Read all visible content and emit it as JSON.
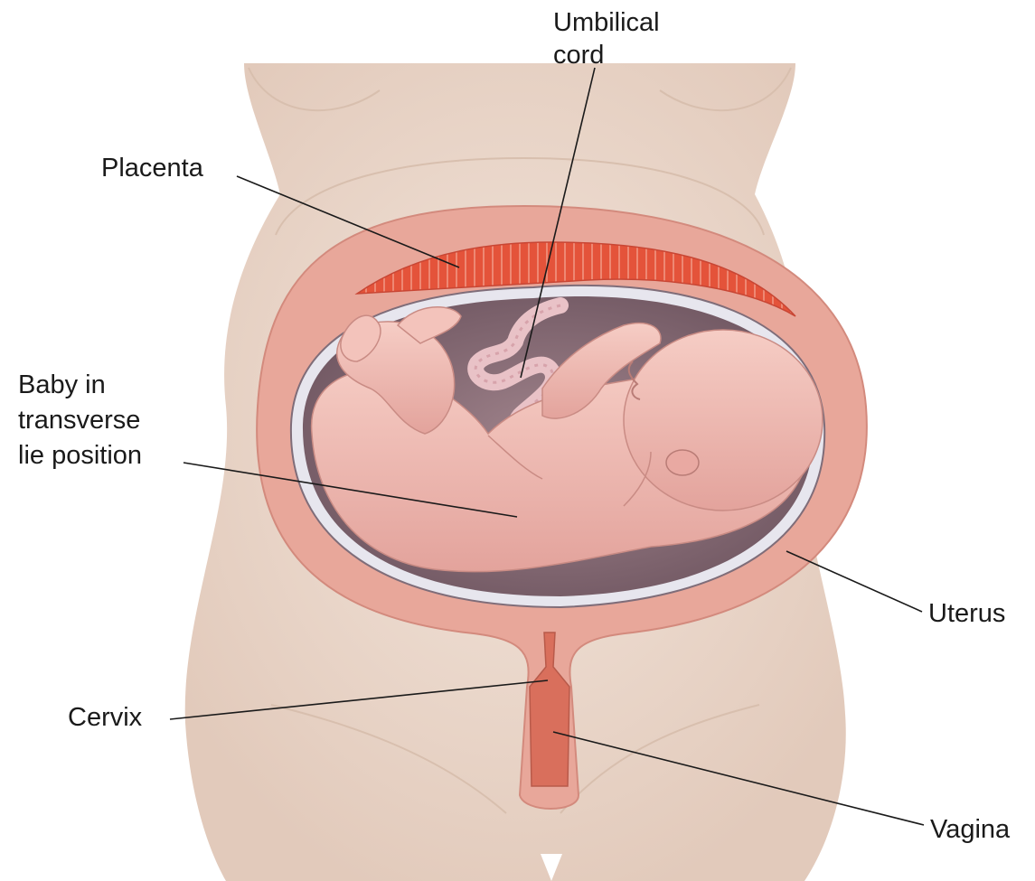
{
  "labels": {
    "umbilical_cord": [
      "Umbilical",
      "cord"
    ],
    "placenta": "Placenta",
    "baby": [
      "Baby in",
      "transverse",
      "lie position"
    ],
    "uterus": "Uterus",
    "cervix": "Cervix",
    "vagina": "Vagina"
  },
  "colors": {
    "skin": "#ecd9cc",
    "skin_shadow": "#dcc2b1",
    "uterus_wall": "#e8a79a",
    "uterus_wall_dark": "#d9897b",
    "placenta": "#e4533a",
    "amniotic_cavity": "#8c6f78",
    "membrane": "#e7e6ee",
    "baby_skin": "#f0b8b0",
    "baby_shadow": "#d99c96",
    "cord": "#e9c2c7",
    "cervix_canal": "#d96f5c",
    "leader_line": "#1a1a1a"
  }
}
